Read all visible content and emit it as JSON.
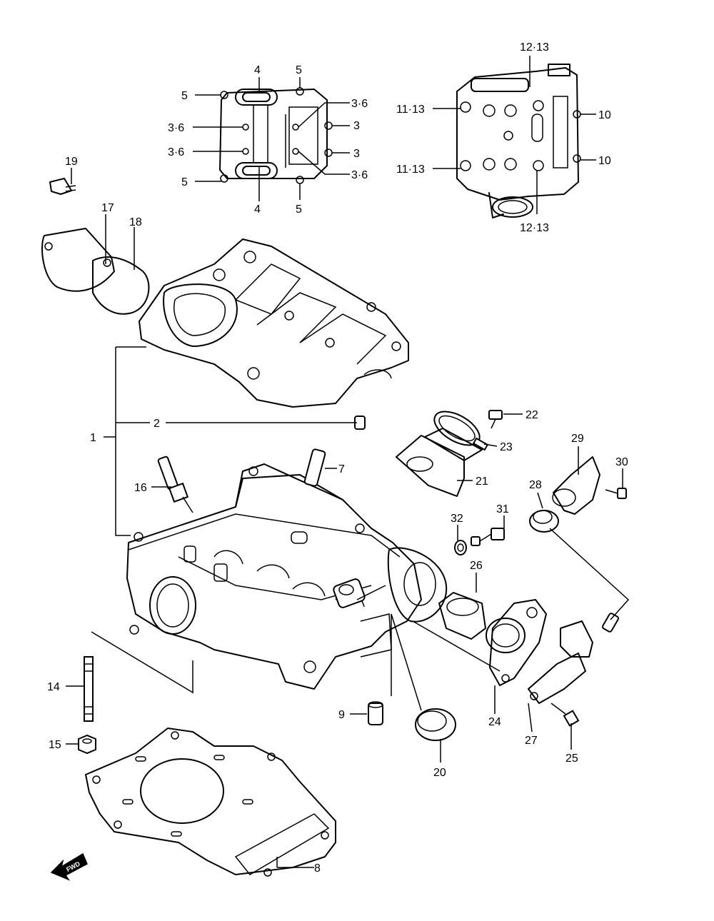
{
  "labels": {
    "p1": "1",
    "p2": "2",
    "p3a": "3",
    "p3b": "3",
    "p36a": "3·6",
    "p36b": "3·6",
    "p36c": "3·6",
    "p36d": "3·6",
    "p4a": "4",
    "p4b": "4",
    "p5a": "5",
    "p5b": "5",
    "p5c": "5",
    "p5d": "5",
    "p7": "7",
    "p8": "8",
    "p9": "9",
    "p10a": "10",
    "p10b": "10",
    "p1113a": "11·13",
    "p1113b": "11·13",
    "p1213a": "12·13",
    "p1213b": "12·13",
    "p14": "14",
    "p15": "15",
    "p16": "16",
    "p17": "17",
    "p18": "18",
    "p19": "19",
    "p20": "20",
    "p21": "21",
    "p22": "22",
    "p23": "23",
    "p24": "24",
    "p25": "25",
    "p26": "26",
    "p27": "27",
    "p28": "28",
    "p29": "29",
    "p30": "30",
    "p31": "31",
    "p32": "32"
  },
  "fwd": "FWD"
}
